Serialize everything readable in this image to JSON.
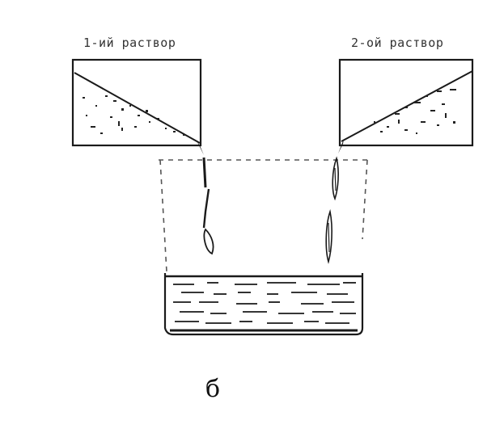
{
  "labels": {
    "left_container": "1-ий раствор",
    "right_container": "2-ой раствор"
  },
  "caption": "б",
  "colors": {
    "ink": "#1a1a1a",
    "background": "#ffffff"
  }
}
